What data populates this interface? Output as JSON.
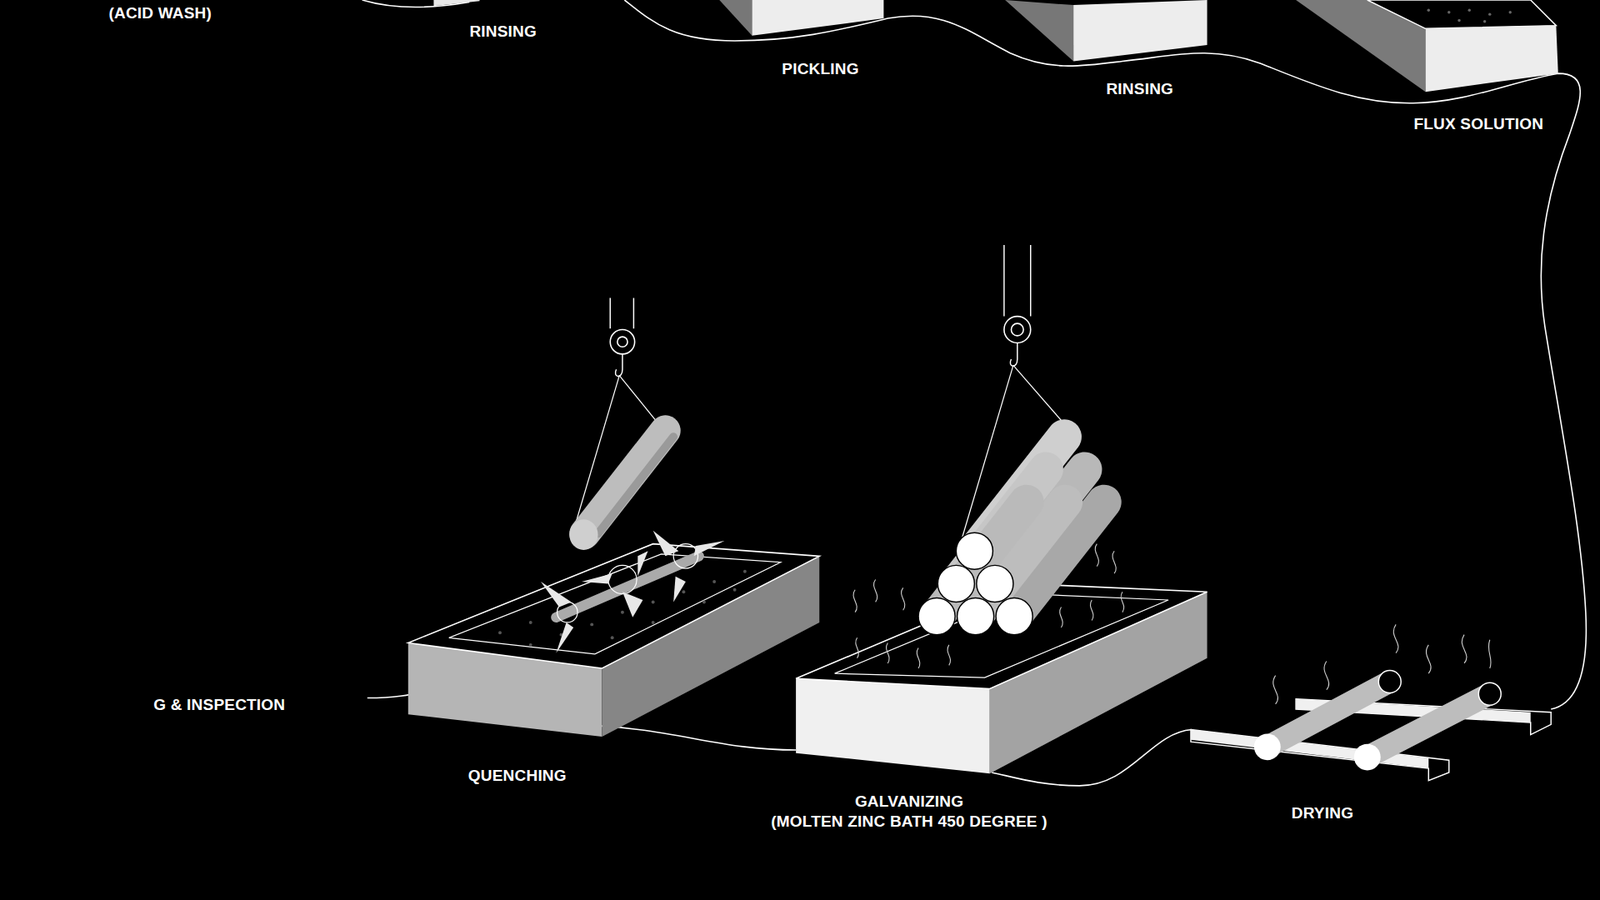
{
  "diagram": {
    "labels": [
      "(ACID WASH)",
      "RINSING",
      "PICKLING",
      "RINSING",
      "FLUX SOLUTION",
      "G & INSPECTION",
      "QUENCHING",
      "GALVANIZING",
      "(MOLTEN ZINC BATH 450 DEGREE )",
      "DRYING"
    ]
  }
}
